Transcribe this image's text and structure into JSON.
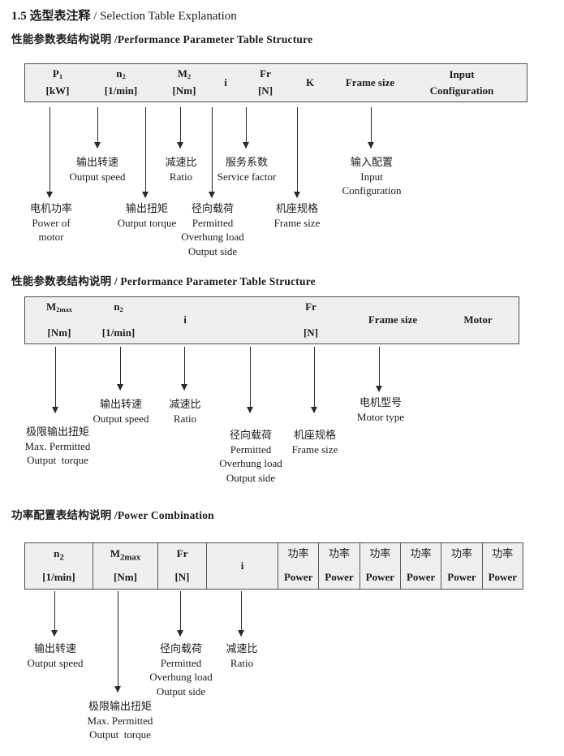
{
  "doc": {
    "title_cn": "1.5 选型表注释",
    "title_en": " / Selection Table Explanation"
  },
  "s1": {
    "header": "性能参数表结构说明 /Performance Parameter Table Structure",
    "table": {
      "cols": [
        {
          "main": "P",
          "sub": "1",
          "unit": "[kW]"
        },
        {
          "main": "n",
          "sub": "2",
          "unit": "[1/min]"
        },
        {
          "main": "M",
          "sub": "2",
          "unit": "[Nm]"
        },
        {
          "main": "i"
        },
        {
          "main": "Fr",
          "unit": "[N]"
        },
        {
          "main": "K"
        },
        {
          "main": "Frame size"
        },
        {
          "text": "Input\nConfiguration"
        }
      ]
    },
    "labels": {
      "power_of_motor": "电机功率\nPower of\nmotor",
      "output_speed": "输出转速\nOutput speed",
      "output_torque": "输出扭矩\nOutput torque",
      "ratio": "减速比\nRatio",
      "overhung_load": "径向载荷\nPermitted\nOverhung load\nOutput side",
      "service_factor": "服务系数\nService factor",
      "frame_size": "机座规格\nFrame size",
      "input_configuration": "输入配置\nInput\nConfiguration"
    }
  },
  "s2": {
    "header": "性能参数表结构说明 / Performance Parameter Table Structure",
    "table": {
      "cols": [
        {
          "main": "M",
          "sub": "2max",
          "unit": "[Nm]"
        },
        {
          "main": "n",
          "sub": "2",
          "unit": "[1/min]"
        },
        {
          "main": "i"
        },
        {
          "main": "Fr",
          "unit": "[N]"
        },
        {
          "main": "Frame size"
        },
        {
          "main": "Motor"
        }
      ]
    },
    "labels": {
      "max_output_torque": "极限输出扭矩\nMax. Permitted\nOutput  torque",
      "output_speed": "输出转速\nOutput speed",
      "ratio": "减速比\nRatio",
      "overhung_load": "径向载荷\nPermitted\nOverhung load\nOutput side",
      "frame_size": "机座规格\nFrame size",
      "motor_type": "电机型号\nMotor type"
    }
  },
  "s3": {
    "header": "功率配置表结构说明 /Power Combination",
    "table": {
      "cols": [
        {
          "main": "n",
          "sub": "2",
          "unit": "[1/min]"
        },
        {
          "main": "M",
          "sub": "2max",
          "unit": "[Nm]"
        },
        {
          "main": "Fr",
          "unit": "[N]"
        },
        {
          "main": "i"
        }
      ],
      "power_cols": [
        {
          "cn": "功率",
          "en": "Power"
        },
        {
          "cn": "功率",
          "en": "Power"
        },
        {
          "cn": "功率",
          "en": "Power"
        },
        {
          "cn": "功率",
          "en": "Power"
        },
        {
          "cn": "功率",
          "en": "Power"
        },
        {
          "cn": "功率",
          "en": "Power"
        }
      ]
    },
    "labels": {
      "output_speed": "输出转速\nOutput speed",
      "max_output_torque": "极限输出扭矩\nMax. Permitted\nOutput  torque",
      "overhung_load": "径向载荷\nPermitted\nOverhung load\nOutput side",
      "ratio": "减速比\nRatio"
    }
  }
}
